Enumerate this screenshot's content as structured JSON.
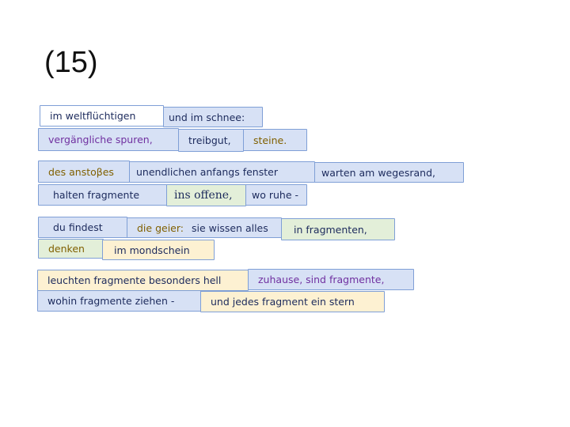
{
  "slide": {
    "title": "(15)"
  },
  "tiles": {
    "t1": "im weltflüchtigen",
    "t2": "und im schnee:",
    "t3": "vergängliche spuren,",
    "t4": "treibgut,",
    "t5": "steine.",
    "t6": "des anstoβes",
    "t7": "unendlichen anfangs fenster",
    "t8": "warten am wegesrand,",
    "t9": "halten fragmente",
    "t10": "ins offene,",
    "t11": "wo ruhe -",
    "t12": "du findest",
    "t13a": "die geier:",
    "t13b": "sie wissen alles",
    "t14": "in fragmenten,",
    "t15": "denken",
    "t16": "im mondschein",
    "t17": "leuchten fragmente besonders hell",
    "t18": "zuhause,  sind fragmente,",
    "t19": "wohin fragmente ziehen -",
    "t20": "und jedes fragment ein stern"
  },
  "colors": {
    "blue_tile": "#d7e1f5",
    "yellow_tile": "#fdf1d2",
    "green_tile": "#e3efd9",
    "border": "#7f9fd6",
    "text": "#1c2a5c",
    "purple": "#7030a0",
    "brown": "#806000"
  }
}
